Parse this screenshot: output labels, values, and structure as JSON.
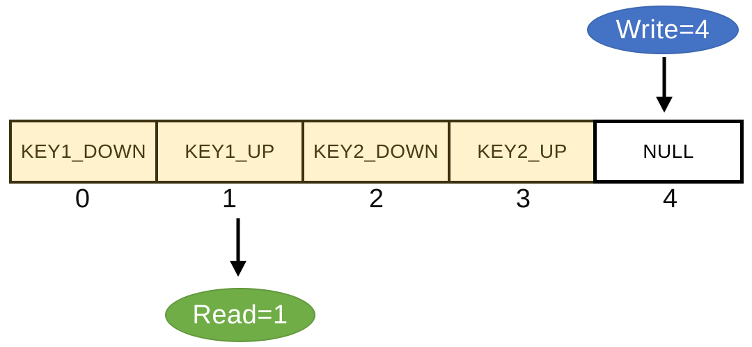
{
  "diagram": {
    "kind": "ring-buffer",
    "buffer": {
      "cells": [
        {
          "label": "KEY1_DOWN",
          "index": "0",
          "state": "filled"
        },
        {
          "label": "KEY1_UP",
          "index": "1",
          "state": "filled"
        },
        {
          "label": "KEY2_DOWN",
          "index": "2",
          "state": "filled"
        },
        {
          "label": "KEY2_UP",
          "index": "3",
          "state": "filled"
        },
        {
          "label": "NULL",
          "index": "4",
          "state": "empty"
        }
      ]
    },
    "pointers": {
      "write": {
        "label": "Write=4",
        "points_to_index": "4",
        "color": "#4472C4"
      },
      "read": {
        "label": "Read=1",
        "points_to_index": "1",
        "color": "#70AD47"
      }
    },
    "colors": {
      "cell_fill": "#FFF2CC",
      "cell_border": "#3C3211",
      "cell_text": "#463B17",
      "empty_cell_fill": "#FFFFFF",
      "empty_cell_border": "#000000",
      "arrow": "#000000",
      "pointer_text": "#FFFFFF",
      "background": "#FFFFFF"
    }
  }
}
